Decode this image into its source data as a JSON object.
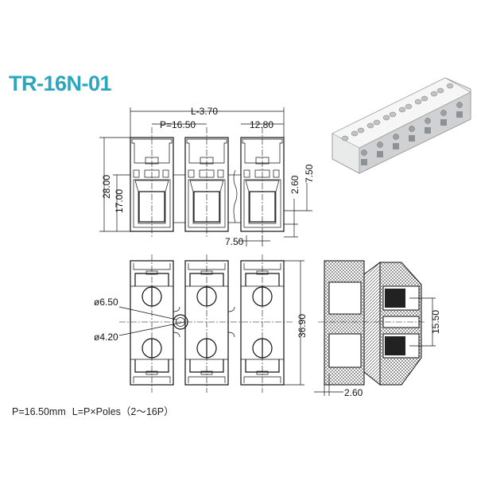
{
  "title": "TR-16N-01",
  "footer": {
    "pitch": "P=16.50mm",
    "length_formula": "L=P×Poles（2～16P）"
  },
  "top_view": {
    "overall": "L-3.70",
    "pitch": "P=16.50",
    "width": "12.80",
    "height": "28.00",
    "height_inner": "17.00",
    "dim_a": "2.60",
    "dim_b": "7.50",
    "dim_c": "7.50"
  },
  "bottom_view": {
    "hole_outer": "ø6.50",
    "hole_inner": "ø4.20",
    "height": "36.90"
  },
  "side_view": {
    "screw_spacing": "15.50",
    "offset": "2.60"
  },
  "colors": {
    "title": "#2aa7bf"
  }
}
